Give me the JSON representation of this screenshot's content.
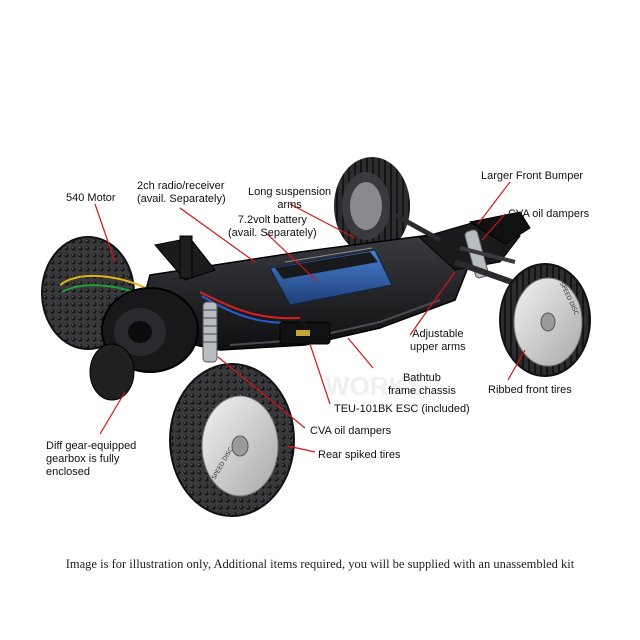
{
  "labels": {
    "motor": "540 Motor",
    "radio": "2ch radio/receiver\n(avail. Separately)",
    "susp_arms": "Long suspension\narms",
    "battery": "7.2volt battery\n(avail. Separately)",
    "bumper": "Larger Front Bumper",
    "cva_front": "CVA oil dampers",
    "upper_arms": "Adjustable\nupper arms",
    "chassis": "Bathtub\nframe chassis",
    "ribbed": "Ribbed front tires",
    "esc": "TEU-101BK ESC (included)",
    "cva_rear": "CVA oil dampers",
    "gearbox": "Diff gear-equipped\ngearbox is fully\nenclosed",
    "spiked": "Rear spiked tires"
  },
  "tire_text": "SPEED DISC",
  "watermark": "WORKS",
  "caption": "Image is for illustration only, Additional items required, you will be supplied with an unassembled kit",
  "colors": {
    "leader_line": "#d3151a",
    "chassis": "#1c1c1e",
    "tire": "#2a2a2c",
    "wheel": "#d8d8d8",
    "battery": "#2c5fa8",
    "damper": "#b9bcc0"
  }
}
